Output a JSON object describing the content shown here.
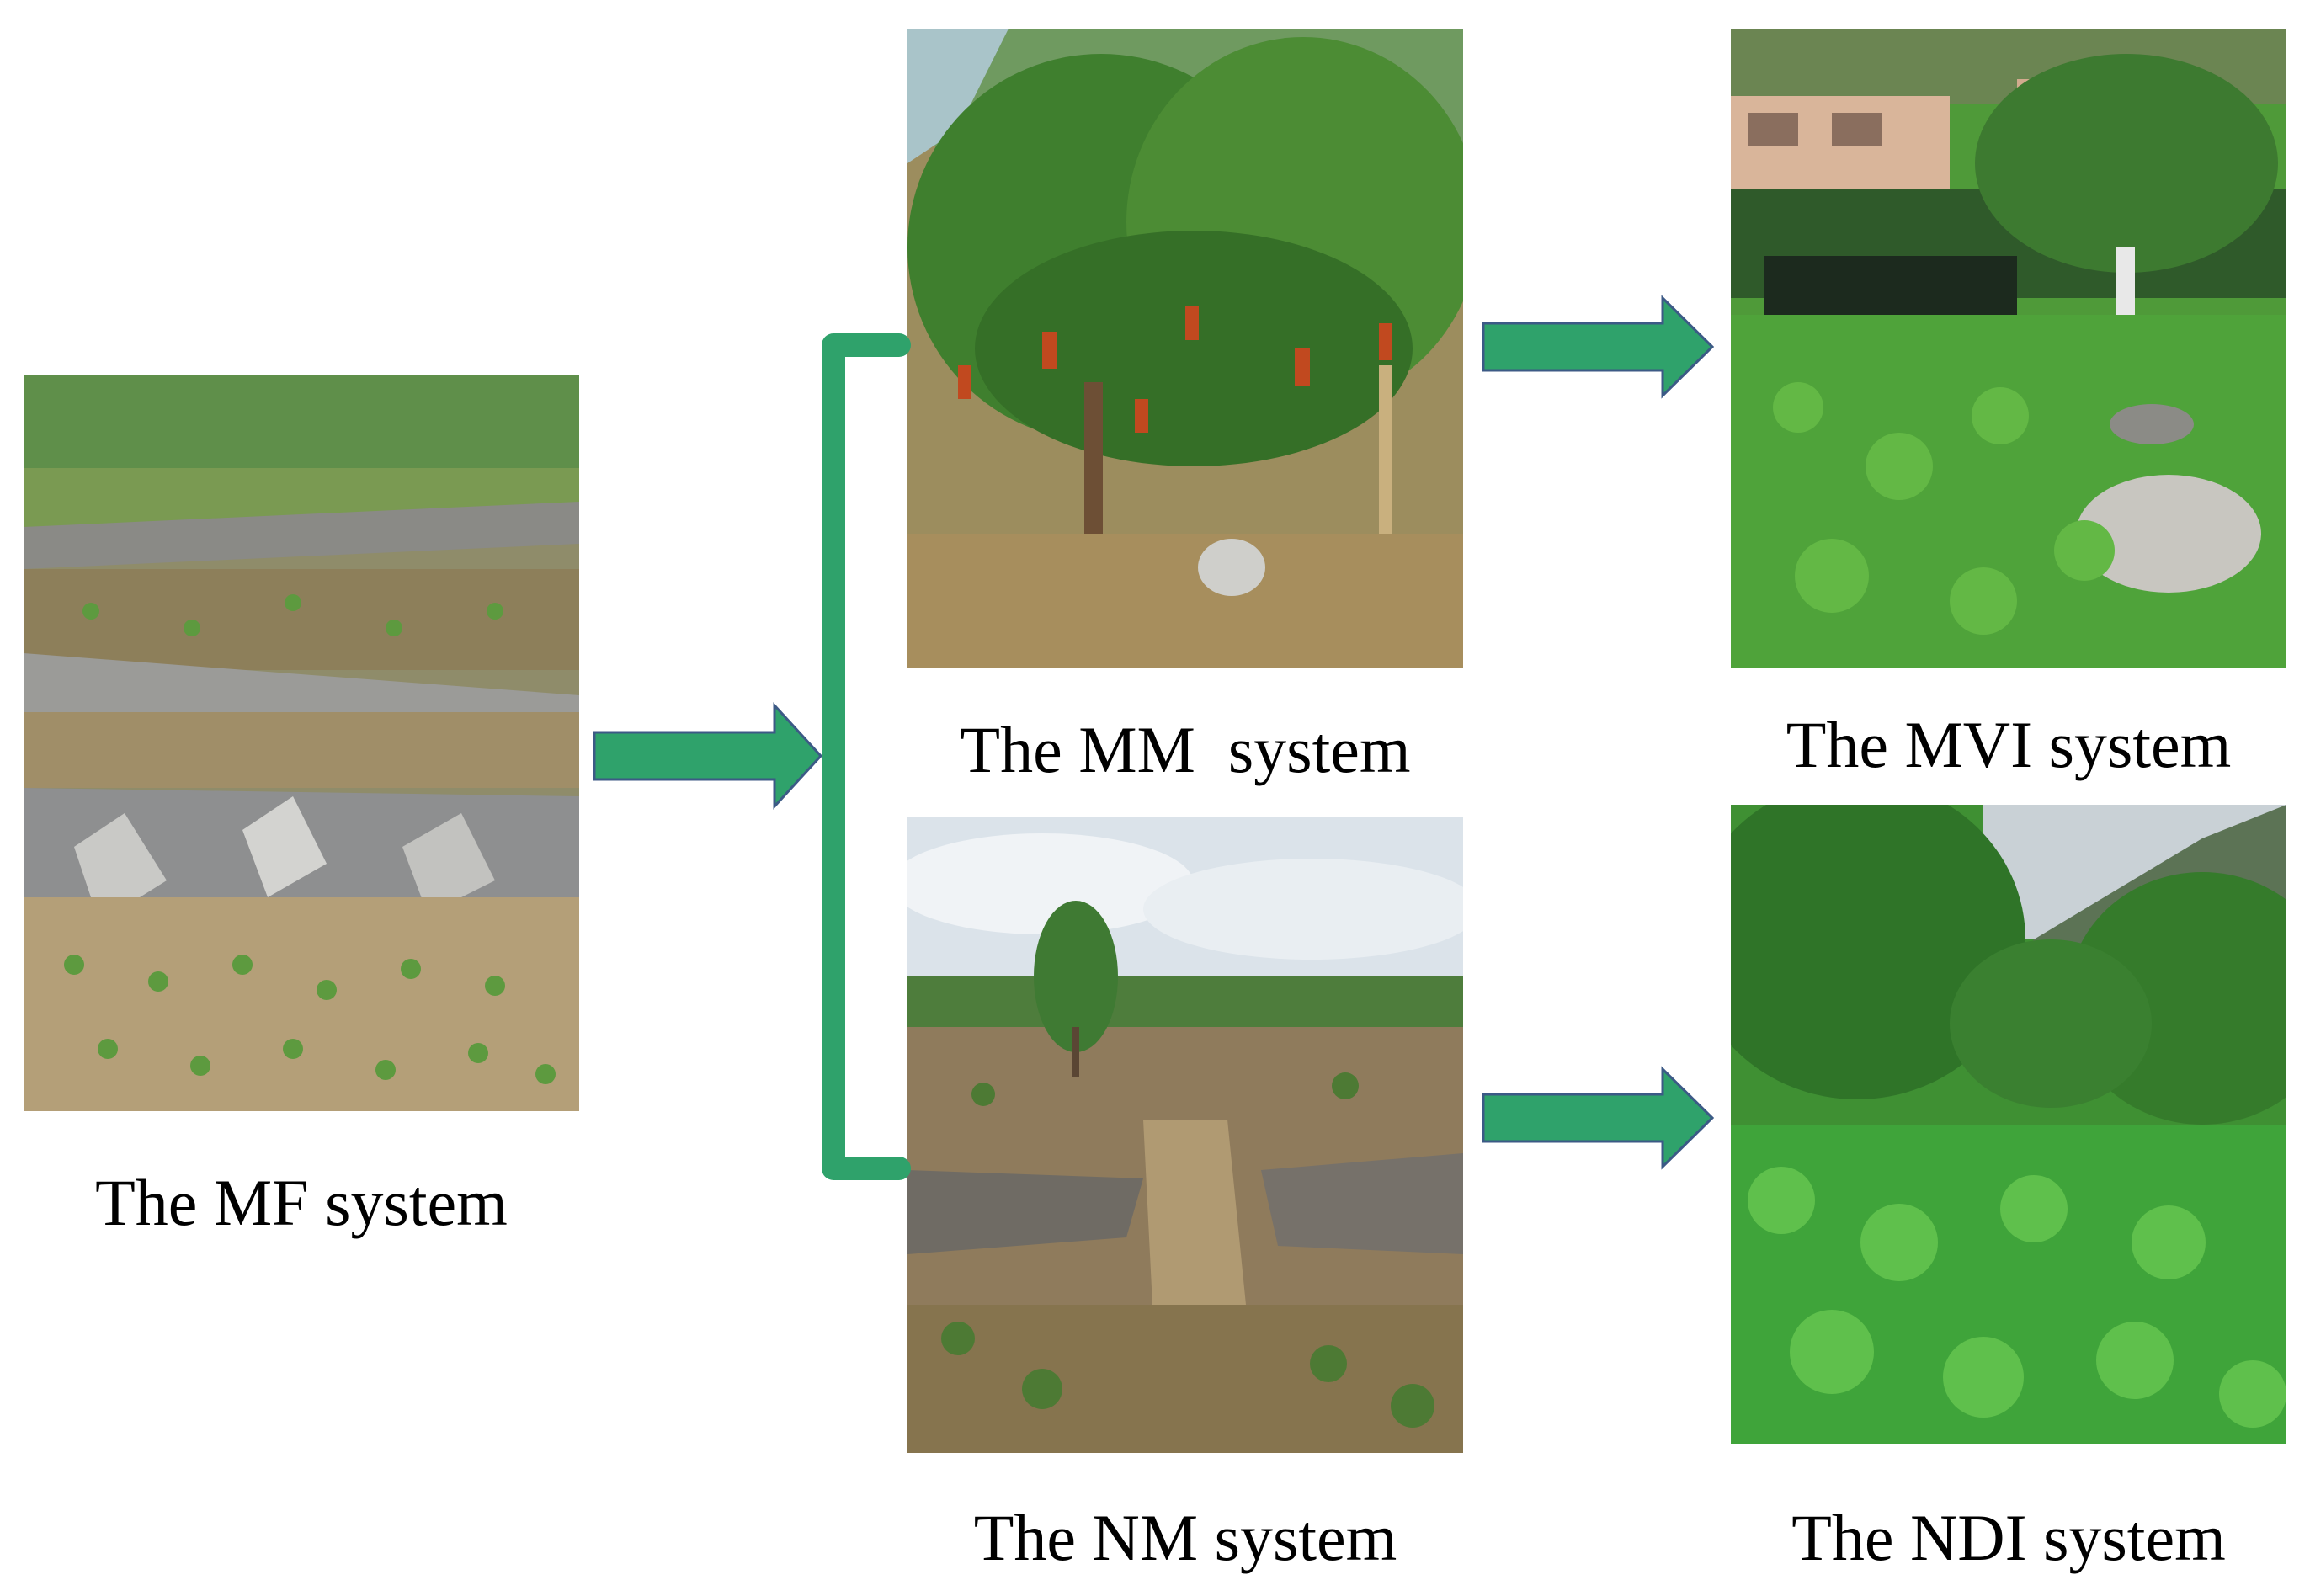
{
  "colors": {
    "arrow_fill": "#2fa26b",
    "arrow_stroke": "#3c5a86",
    "bracket": "#2fa26b"
  },
  "nodes": {
    "mf": {
      "caption": "The MF system"
    },
    "mm": {
      "caption": "The MM  system"
    },
    "nm": {
      "caption": "The NM system"
    },
    "mvi": {
      "caption": "The MVI system"
    },
    "ndi": {
      "caption": "The NDI system"
    }
  },
  "edges": [
    {
      "from": "mf",
      "to": [
        "mm",
        "nm"
      ]
    },
    {
      "from": "mm",
      "to": "mvi"
    },
    {
      "from": "nm",
      "to": "ndi"
    }
  ]
}
